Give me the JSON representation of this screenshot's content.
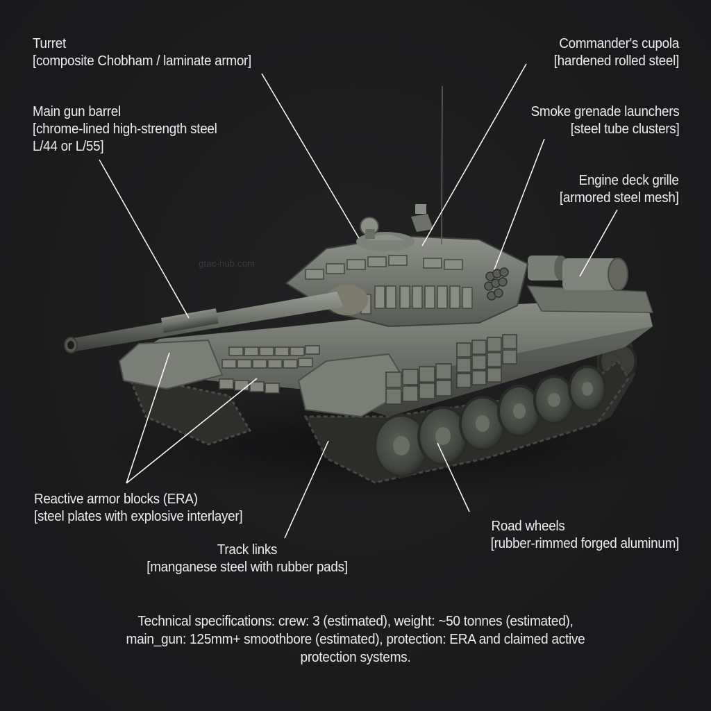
{
  "diagram": {
    "subject": "Main battle tank (3/4 front view)",
    "watermark": "gtac-hub.com",
    "colors": {
      "background": "#1b1b1c",
      "text": "#ececec",
      "leader_line": "#ffffff",
      "tank_body": "#5f615c",
      "tank_highlight": "#8b8d87",
      "tank_shadow": "#2f302d"
    },
    "callouts": [
      {
        "id": "turret",
        "title": "Turret",
        "detail": "[composite Chobham / laminate armor]"
      },
      {
        "id": "main-gun",
        "title": "Main gun barrel",
        "detail": "[chrome-lined high-strength steel",
        "detail2": "L/44 or L/55]"
      },
      {
        "id": "cupola",
        "title": "Commander's cupola",
        "detail": "[hardened rolled steel]"
      },
      {
        "id": "smoke",
        "title": "Smoke grenade launchers",
        "detail": "[steel tube clusters]"
      },
      {
        "id": "engine-deck",
        "title": "Engine deck grille",
        "detail": "[armored steel mesh]"
      },
      {
        "id": "era",
        "title": "Reactive armor blocks (ERA)",
        "detail": "[steel plates with explosive interlayer]"
      },
      {
        "id": "tracks",
        "title": "Track links",
        "detail": "[manganese steel with rubber pads]"
      },
      {
        "id": "road-wheels",
        "title": "Road wheels",
        "detail": "[rubber-rimmed forged aluminum]"
      }
    ],
    "specs": {
      "line1": "Technical specifications: crew: 3 (estimated), weight: ~50 tonnes (estimated),",
      "line2": "main_gun: 125mm+ smoothbore (estimated), protection: ERA and claimed active",
      "line3": "protection systems."
    }
  }
}
